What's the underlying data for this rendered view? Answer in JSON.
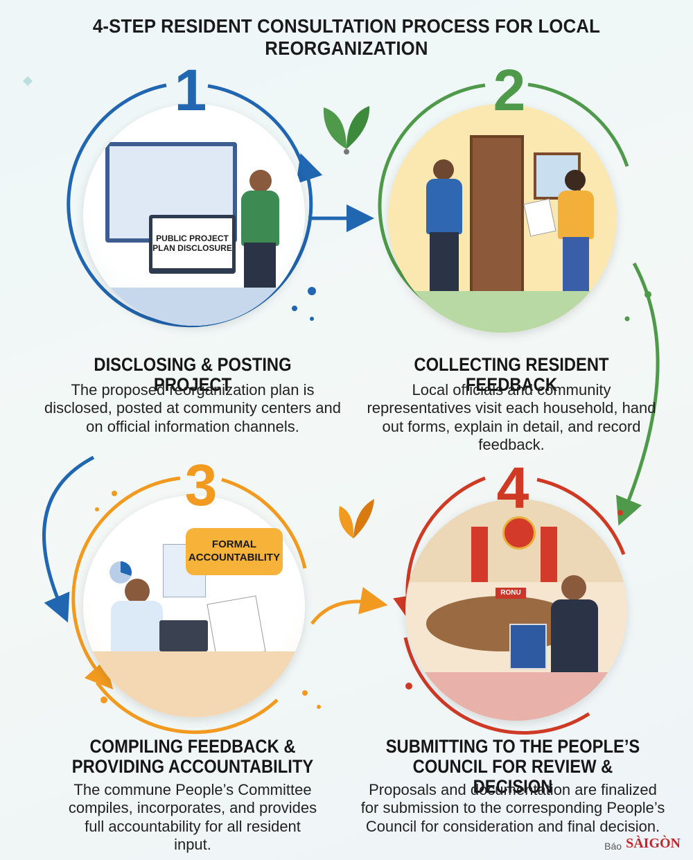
{
  "title": "4-STEP RESIDENT CONSULTATION PROCESS FOR LOCAL REORGANIZATION",
  "colors": {
    "step1": "#2166b0",
    "step2": "#4f9a4a",
    "step3": "#f29a1f",
    "step4": "#cf3a25"
  },
  "steps": [
    {
      "number": "1",
      "title": "DISCLOSING & POSTING PROJECT",
      "description": "The proposed reorganization plan is disclosed, posted at community centers and on official information channels.",
      "image_label": "PUBLIC PROJECT PLAN DISCLOSURE"
    },
    {
      "number": "2",
      "title": "COLLECTING RESIDENT FEEDBACK",
      "description": "Local officials and community representatives visit each household, hand out forms, explain in detail, and record feedback."
    },
    {
      "number": "3",
      "title": "COMPILING FEEDBACK & PROVIDING ACCOUNTABILITY",
      "description": "The commune People’s Committee compiles, incorporates, and provides full accountability for all resident input.",
      "image_label": "FORMAL ACCOUNTABILITY"
    },
    {
      "number": "4",
      "title": "SUBMITTING TO THE PEOPLE’S COUNCIL FOR REVIEW & DECISION",
      "description": "Proposals and documentation are finalized for submission to the corresponding People’s Council for consideration and final decision.",
      "image_label": "RONU"
    }
  ],
  "brand": {
    "prefix": "Báo",
    "name": "SÀIGÒN"
  }
}
